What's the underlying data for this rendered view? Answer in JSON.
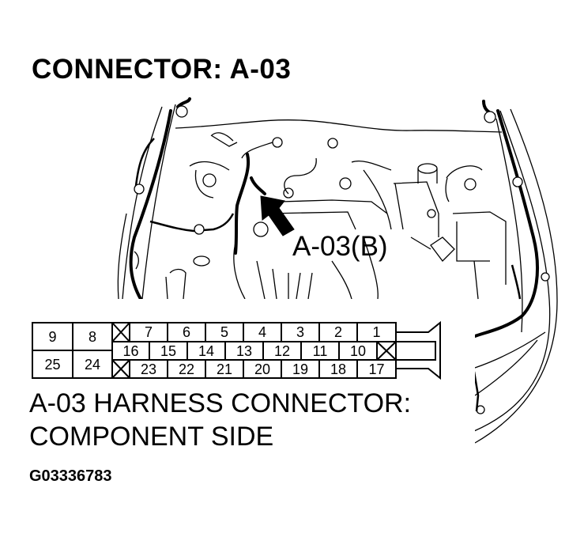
{
  "title": "CONNECTOR: A-03",
  "callout_label": "A-03(B)",
  "caption_line1": "A-03 HARNESS CONNECTOR:",
  "caption_line2": "COMPONENT SIDE",
  "figure_id": "G03336783",
  "connector": {
    "left_block": {
      "top": [
        "9",
        "8"
      ],
      "bottom": [
        "25",
        "24"
      ]
    },
    "top_row": [
      "X",
      "7",
      "6",
      "5",
      "4",
      "3",
      "2",
      "1"
    ],
    "middle_row": [
      "16",
      "15",
      "14",
      "13",
      "12",
      "11",
      "10",
      "X"
    ],
    "bottom_row": [
      "X",
      "23",
      "22",
      "21",
      "20",
      "19",
      "18",
      "17"
    ]
  },
  "colors": {
    "line": "#000000",
    "background": "#ffffff"
  }
}
